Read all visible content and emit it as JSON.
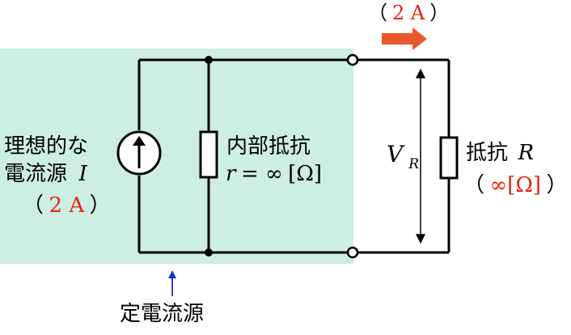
{
  "source_box_color": "#cdeee2",
  "wire_color": "#000000",
  "accent_red": "#e8220f",
  "arrow_fill": "#e8582a",
  "arrow_blue": "#1a2ec9",
  "source": {
    "label_line1": "理想的な",
    "label_line2": "電流源",
    "symbol": "I",
    "value_open": "（",
    "value": "2 A",
    "value_close": "）"
  },
  "internal_resistor": {
    "label": "内部抵抗",
    "symbol": "r",
    "equals": " = ",
    "value": "∞",
    "unit": "[Ω]"
  },
  "output_current": {
    "open": "（",
    "value": "2 A",
    "close": "）"
  },
  "voltage": {
    "symbol": "V",
    "subscript": "R"
  },
  "load_resistor": {
    "label": "抵抗",
    "symbol": "R",
    "open": "（",
    "value": "∞[Ω]",
    "close": "）"
  },
  "caption": "定電流源"
}
